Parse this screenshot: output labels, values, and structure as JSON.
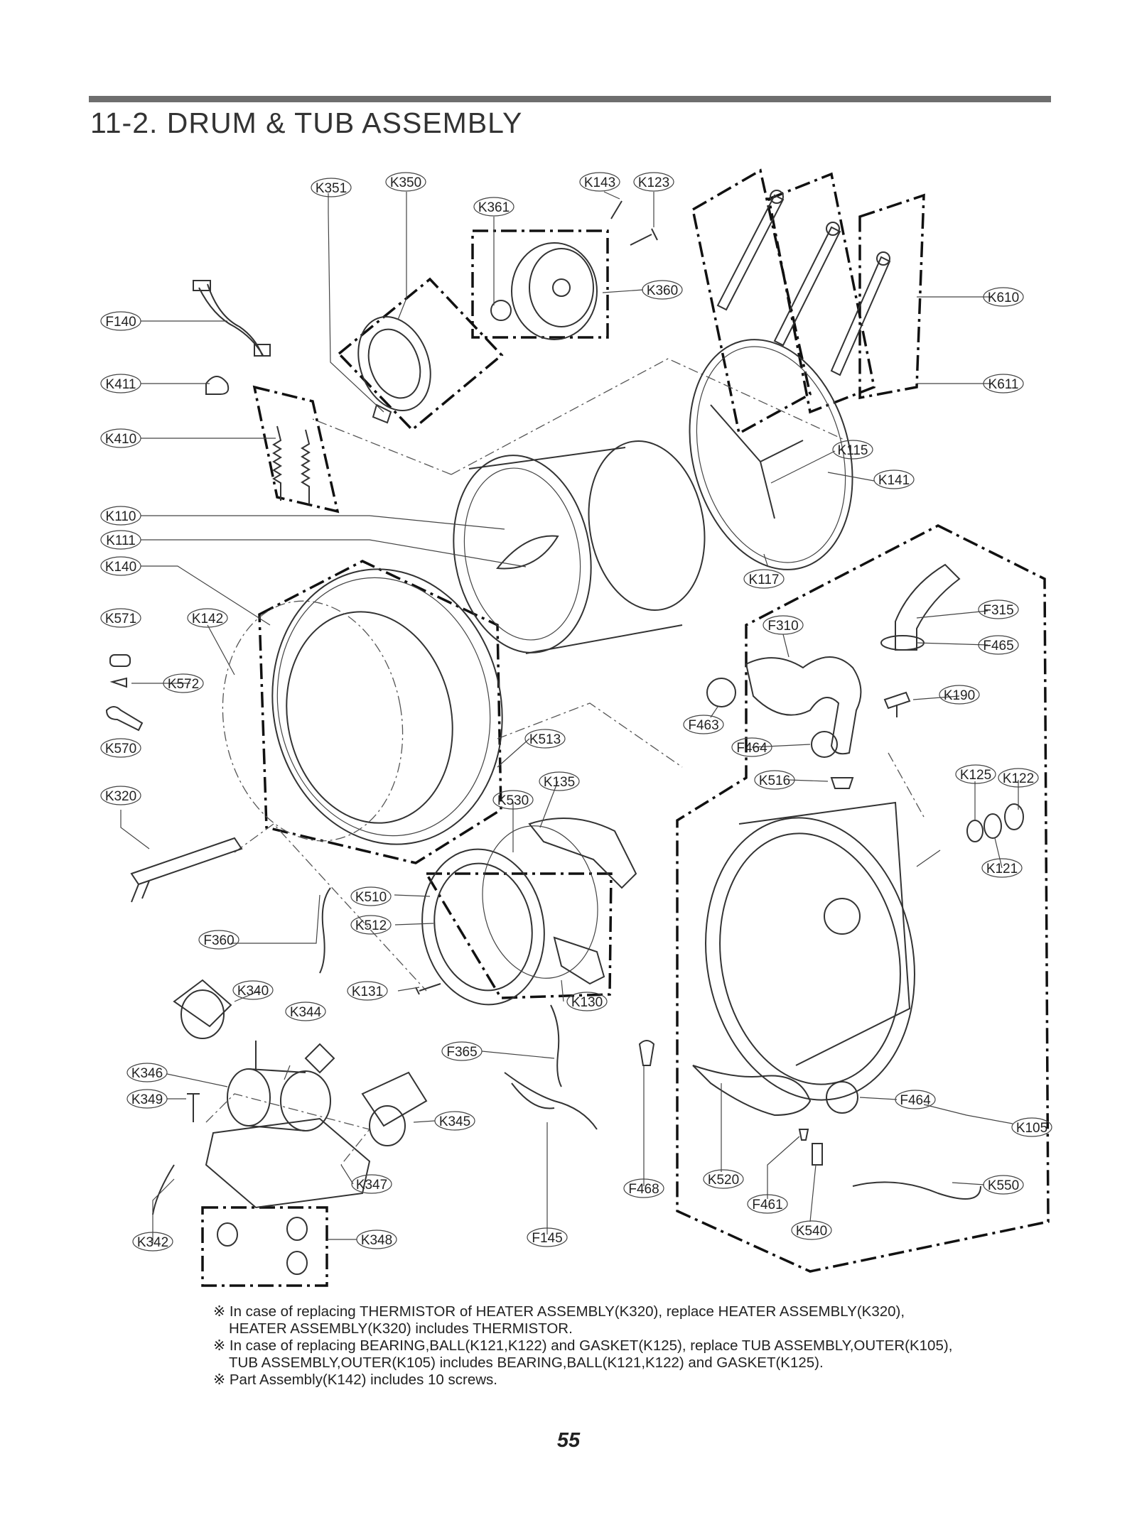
{
  "title": "11-2. DRUM & TUB ASSEMBLY",
  "labels": {
    "F140": "F140",
    "K411": "K411",
    "K410": "K410",
    "K110": "K110",
    "K111": "K111",
    "K140": "K140",
    "K571": "K571",
    "K142": "K142",
    "K572": "K572",
    "K570": "K570",
    "K320": "K320",
    "F360": "F360",
    "K340": "K340",
    "K344": "K344",
    "K346": "K346",
    "K349": "K349",
    "K342": "K342",
    "K347": "K347",
    "K348": "K348",
    "K345": "K345",
    "K351": "K351",
    "K350": "K350",
    "K361": "K361",
    "K143": "K143",
    "K123": "K123",
    "K360": "K360",
    "K610": "K610",
    "K611": "K611",
    "K115": "K115",
    "K141": "K141",
    "K117": "K117",
    "F315": "F315",
    "F310": "F310",
    "F465": "F465",
    "K190": "K190",
    "F463": "F463",
    "F464a": "F464",
    "K516": "K516",
    "K122": "K122",
    "K125": "K125",
    "K121": "K121",
    "K513": "K513",
    "K135": "K135",
    "K530": "K530",
    "K510": "K510",
    "K512": "K512",
    "K131": "K131",
    "K130": "K130",
    "F365": "F365",
    "F145": "F145",
    "F468": "F468",
    "K520": "K520",
    "F461": "F461",
    "K540": "K540",
    "F464b": "F464",
    "K105": "K105",
    "K550": "K550"
  },
  "notes": [
    "※  In case of replacing THERMISTOR of HEATER ASSEMBLY(K320), replace HEATER ASSEMBLY(K320),",
    "HEATER ASSEMBLY(K320) includes THERMISTOR.",
    "※  In case of replacing BEARING,BALL(K121,K122) and GASKET(K125), replace TUB ASSEMBLY,OUTER(K105),",
    "TUB ASSEMBLY,OUTER(K105) includes BEARING,BALL(K121,K122) and GASKET(K125).",
    "※  Part Assembly(K142) includes 10 screws."
  ],
  "page_number": "55"
}
